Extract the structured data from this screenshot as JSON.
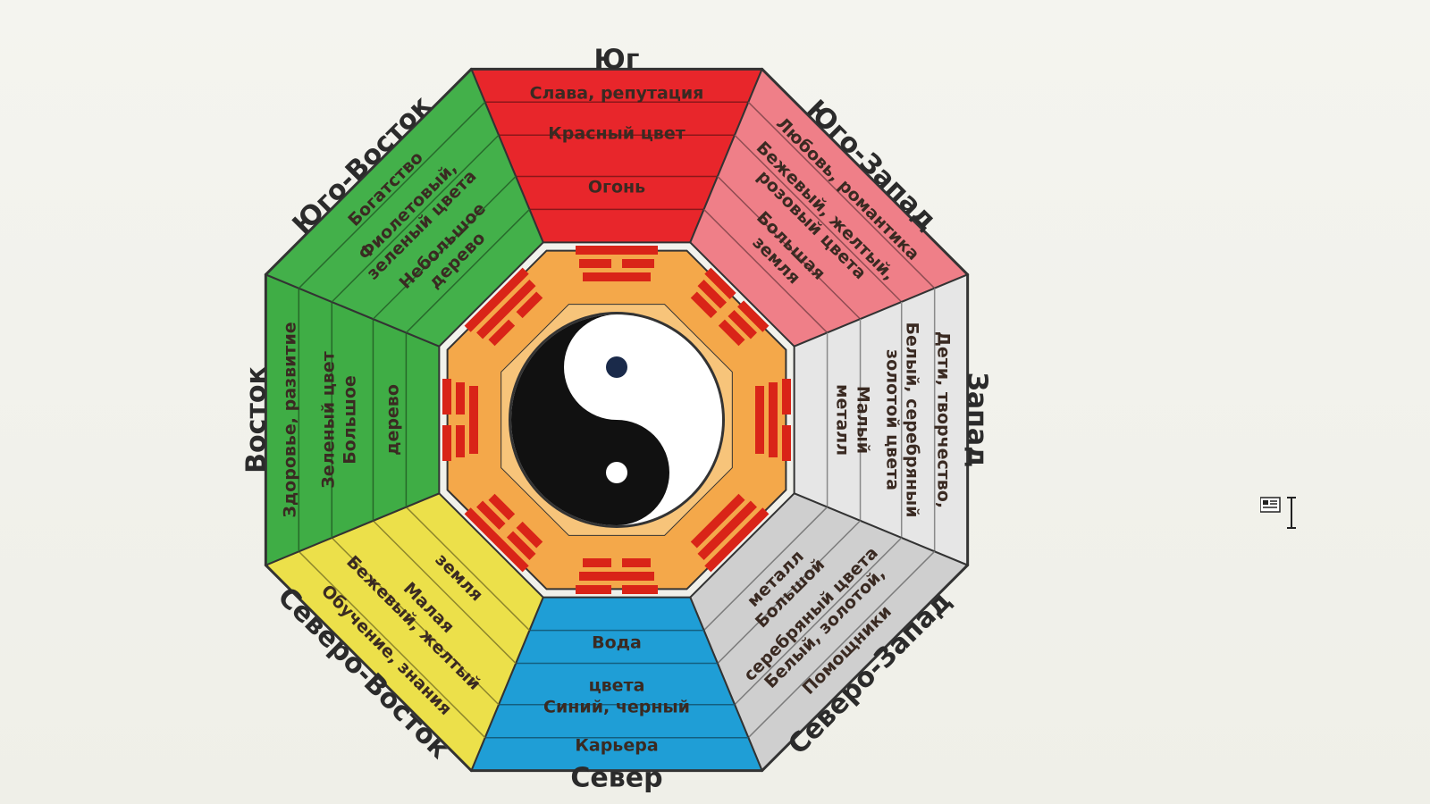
{
  "colors": {
    "south": "#e8262b",
    "southwest": "#ef7f88",
    "west": "#e6e6e6",
    "northwest": "#cfcfcf",
    "north": "#1f9ed6",
    "northeast": "#ece04a",
    "east": "#3fad45",
    "southeast": "#43b04a",
    "ring": "#f4a84a",
    "trigram": "#d92418",
    "background": "#f2f2ec"
  },
  "bagua": {
    "south": {
      "direction": "Юг",
      "lines": [
        "Слава, репутация",
        "Красный цвет",
        "Огонь"
      ]
    },
    "southwest": {
      "direction": "Юго-Запад",
      "lines": [
        "Любовь, романтика",
        "Бежевый, желтый,",
        "розовый цвета",
        "Большая",
        "земля"
      ]
    },
    "west": {
      "direction": "Запад",
      "lines": [
        "Дети, творчество,",
        "Белый, серебряный",
        "золотой цвета",
        "Малый",
        "металл"
      ]
    },
    "northwest": {
      "direction": "Северо-Запад",
      "lines": [
        "Помощники",
        "Белый, золотой,",
        "серебряный цвета",
        "Большой",
        "металл"
      ]
    },
    "north": {
      "direction": "Север",
      "lines": [
        "Карьера",
        "Синий, черный",
        "цвета",
        "Вода"
      ]
    },
    "northeast": {
      "direction": "Северо-Восток",
      "lines": [
        "Обучение, знания",
        "Бежевый, желтый",
        "Малая",
        "земля"
      ]
    },
    "east": {
      "direction": "Восток",
      "lines": [
        "Здоровье, развитие",
        "Зеленый цвет",
        "Большое",
        "дерево"
      ]
    },
    "southeast": {
      "direction": "Юго-Восток",
      "lines": [
        "Богатство",
        "Фиолетовый,",
        "зеленый цвета",
        "Небольшое",
        "дерево"
      ]
    }
  },
  "icons": {
    "cursor": "text-cursor-icon",
    "document": "document-icon"
  }
}
